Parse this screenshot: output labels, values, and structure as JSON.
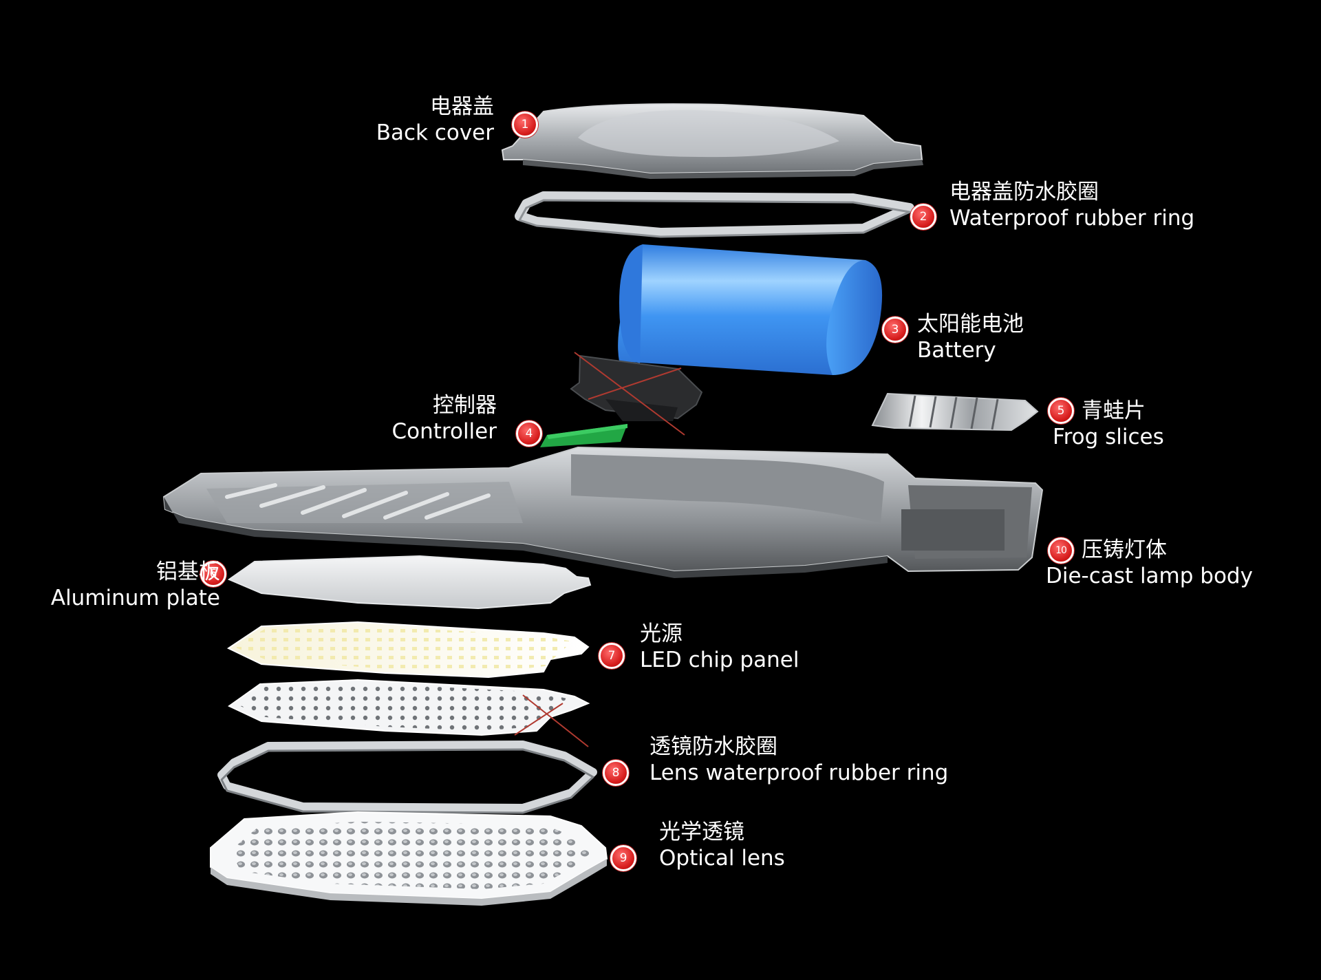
{
  "parts": [
    {
      "num": "1",
      "zh": "电器盖",
      "en": "Back cover"
    },
    {
      "num": "2",
      "zh": "电器盖防水胶圈",
      "en": "Waterproof rubber ring"
    },
    {
      "num": "3",
      "zh": "太阳能电池",
      "en": "Battery"
    },
    {
      "num": "4",
      "zh": "控制器",
      "en": "Controller"
    },
    {
      "num": "5",
      "zh": "青蛙片",
      "en": "Frog slices"
    },
    {
      "num": "6",
      "zh": "铝基板",
      "en": "Aluminum plate"
    },
    {
      "num": "7",
      "zh": "光源",
      "en": "LED chip panel"
    },
    {
      "num": "8",
      "zh": "透镜防水胶圈",
      "en": "Lens waterproof rubber ring"
    },
    {
      "num": "9",
      "zh": "光学透镜",
      "en": "Optical lens"
    },
    {
      "num": "10",
      "zh": "压铸灯体",
      "en": "Die-cast lamp body"
    }
  ],
  "colors": {
    "background": "#000000",
    "badge": "#d61c1c",
    "battery": "#3a8ff0",
    "controller_board": "#22a745",
    "metal": "#bfc3c7",
    "cross_mark": "#c0392b"
  }
}
